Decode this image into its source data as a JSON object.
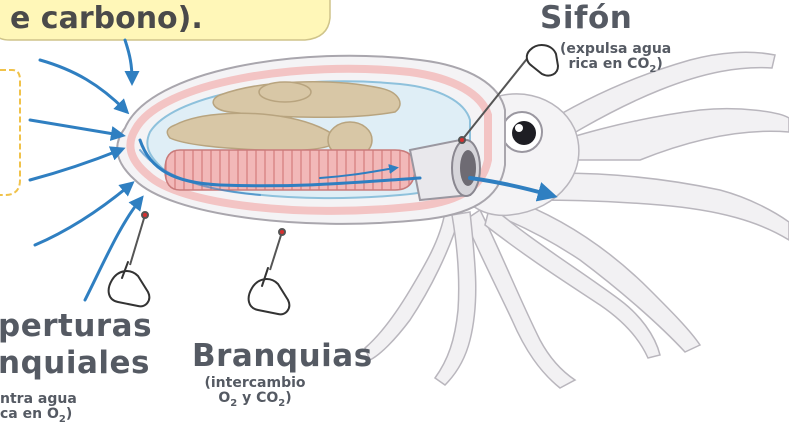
{
  "header_fragment": "e carbono).",
  "labels": {
    "sifon": {
      "title": "Sifón",
      "note_line1": "(expulsa agua",
      "note_line2_pre": "rica en CO",
      "note_line2_sub": "2",
      "note_line2_post": ")"
    },
    "branquias": {
      "title": "Branquias",
      "note_line1": "(intercambio",
      "note_line2_a": "O",
      "note_line2_a_sub": "2",
      "note_line2_mid": " y CO",
      "note_line2_b_sub": "2",
      "note_line2_post": ")"
    },
    "aberturas": {
      "title_line1": "perturas",
      "title_line2": "nquiales",
      "note_line1": "ntra agua",
      "note_line2_pre": "ca en O",
      "note_line2_sub": "2",
      "note_line2_post": ")"
    }
  },
  "colors": {
    "flow_arrow": "#2f7fc1",
    "mantle_pink": "#f3c4c4",
    "gill_pink": "#e8a0a0",
    "organ_tan": "#d8c7a6",
    "header_yellow": "#fff7b8",
    "label_text": "#555a63",
    "pin_red": "#d63030"
  },
  "icons": [
    "pointing-hand-icon",
    "pointer-pin-icon",
    "flow-arrow-icon",
    "squid-eye-icon"
  ]
}
